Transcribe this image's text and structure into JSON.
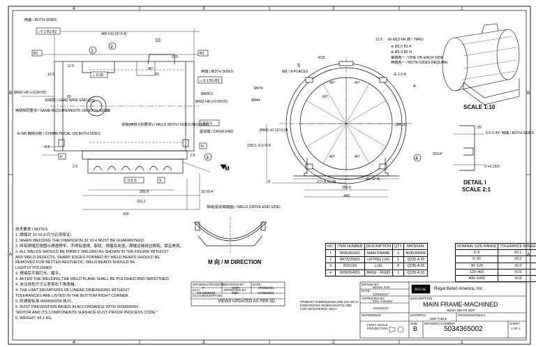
{
  "zones": {
    "top": [
      "4",
      "3",
      "2",
      "1"
    ],
    "side": [
      "B",
      "A"
    ]
  },
  "callouts": [
    "1",
    "2",
    "3",
    "4",
    "5",
    "10"
  ],
  "dims": {
    "both_sides_top": "两面 / BOTH SIDES",
    "fcf_top": "⏥ 0.1 B1-B2",
    "len_480": "480 h11 (0/-0.4)",
    "d120": "120",
    "d12_5a": "12.5",
    "d12_5b": "12.5",
    "d45": "45°",
    "d25": "25",
    "b1": "B1",
    "b2": "B2",
    "both_sides_right": "两端 / BOTH SIDES",
    "fcf_right": "⏥ 0.1 B1-B2",
    "perp": "⊥ 0.30",
    "d402": "Ø402 H8 (+0.097/0)",
    "d400_5": "Ø400.5",
    "d402b": "Ø402 H8 (+0.097/0)",
    "d65a": "65",
    "d65b": "65",
    "d70": "Ø70",
    "lead_wire": "出线端 / LEAD WIRE END",
    "same_req": "两侧相同要求 / SAME REQUIREMENTS ON BOTH SIDES",
    "m8": "4x M8 两侧对称 / SYMMETRICAL ON BOTH SIDES",
    "weld_both": "焊接(两侧分别要求) / WELD (BOTH SIDES REQUIRE)",
    "drive_end": "驱动端 / DRIVE END",
    "f03": "□ 0.3 S",
    "f06": "□ 0.6 S",
    "d2_5a": "2.5",
    "d2_5b": "2.5",
    "d2_5c": "2.5",
    "n": "N",
    "k": "K",
    "s": "S",
    "d285": "285.8",
    "d311": "311.2",
    "d430": "430",
    "d32": "32 ±0.4",
    "m_label": "M",
    "weld_drive": "焊缝(驱动端端面) / WELD (DRIVE END SIDE)",
    "m_dir": "M 向 / M DIRECTION",
    "r15": "R15",
    "d8x": "8处 / 8-PLACES",
    "d474": "Ø474",
    "d444": "Ø444",
    "d400": "Ø400 +0.12/-0.04",
    "d413": "(Ø413)",
    "d228": "228.5 -0.1/-0.8",
    "d7": "|7|",
    "d177": "177.8 ±0.38",
    "d6x": "(6x 17.4)",
    "d355": "355.6",
    "d440": "440",
    "a40": "40°",
    "a60": "60°",
    "m12": "8x M12-6H 通 / THRU",
    "fcf_m12a": "⊕ Ø1.0 B1 K",
    "fcf_m12b": "⊕ Ø1.0 B2 N",
    "one_each": "每端各一 / ONE ON EACH SIDE",
    "both_req": "两端各一 / BOTH SIDES REQUIRE",
    "fcf_a": "☰ 1.0 A",
    "d12_5c": "12.5",
    "a_label": "A",
    "scale10": "SCALE 1:10",
    "d25b": "25",
    "chamfer": "0.5 X 45° 两端 / BOTH SIDES",
    "d3x14": "3X14°",
    "d9": "9 +0.15/0",
    "detail_i": "DETAIL I",
    "scale21": "SCALE 2:1"
  },
  "notes": [
    "技术要求 / NOTES",
    "1. 焊缝对 32 ±0.4 尺寸必须保证；",
    "1. WHEN WELDING THE DIMENSION 32 ±0.4 MUST BE GUARANTEED.",
    "2. 所有焊缝应按图示焊透焊牢，不得有虚焊、裂纹、焊瘤及夹渣，焊缝边缘锐边倒钝、保证美观。",
    "2. ALL WELDS SHOULD BE FIRMLY WELDED AS SHOWN IN THE FIGURE WITHOUT",
    "   ANY WELD DEFECTS. SHARP EDGES FORMED BY WELD BEADS SHOULD BE",
    "   REMOVED FOR BETTER AESTHETIC. WELD BEADS SHOULD BE",
    "   LIGHTLY POLISHED",
    "3. 焊接后平面打光、磨平。",
    "3. AFTER THE WELDING,THE WELD PLANE SHALL BE POLISHED AND SMOOTHED.",
    "4. 未注线性尺寸公差按右下角表格。",
    "4. THE LIMIT DEVIATIONS OF LINEAR DIMENSIONS WITHOUT",
    "   TOLERANCES ARE LISTED IN THE BOTTOM RIGHT CORNER.",
    "5. 防锈按标准 0600000056 执行。",
    "5. RUST PREVENTION BASED IN ACCORDANCE WITH 0600000056",
    "   \"MOTOR AND ITS COMPONENTS SURFACE RUST-PROOF PROCESS CODE.\"",
    "6. WEIGHT: 43.1 KG."
  ],
  "bom": {
    "headers": [
      "NO.",
      "ITEM NUMBER",
      "DESCRIPTION",
      "QTY.",
      "MATERIAL"
    ],
    "rows": [
      [
        "1",
        "8036365001",
        "MAIN FRAME",
        "1",
        "8035365006"
      ],
      [
        "2",
        "8473225001",
        "LIFTING LUG",
        "1",
        "Q235-A 20"
      ],
      [
        "3",
        "3101120",
        "LUG",
        "8",
        "Q235-A 20"
      ],
      [
        "4",
        "8039364001",
        "BASE - RIGID",
        "1",
        "Q235-A 20"
      ]
    ]
  },
  "tolerance": {
    "headers": [
      "NOMINAL SIZE RANGE",
      "TOLERANCE RANGE"
    ],
    "rows": [
      [
        "0~6",
        "±0.1"
      ],
      [
        "6~30",
        "±0.2"
      ],
      [
        "30~120",
        "±0.3"
      ],
      [
        "120~400",
        "±0.5"
      ],
      [
        "400~1000",
        "±0.8"
      ]
    ]
  },
  "revision": {
    "h_rev": "DRAWING REVISION",
    "rev": "F",
    "h_by": "REVISION BY",
    "by": "GOPI",
    "h_date": "DATE",
    "date": "27/09/2021",
    "h_eco": "ECO",
    "eco": "CR-0005200",
    "h_appr": "APPROVED BY",
    "appr": "SBD",
    "date2": "27/09/2021",
    "h_desc": "ECO DESCRIPTION",
    "desc": "VIEWS UPDATED AS PER 3D"
  },
  "title_block": {
    "dims_note": "PRIMARY DIMENSIONS ARE mm INCH DIMENSIONS IN [BRACKETS] ARE FOR REFERENCE ONLY",
    "drawn_h": "DRAWN BY",
    "drawn": "WANG YAN",
    "date_h": "DATE",
    "drawn_date": "12/04/2017",
    "approved_h": "APPROVED BY",
    "approved": "ZOU YUNHAI",
    "approved_date": "12/04/2017",
    "reference_h": "REFERENCE",
    "projection": "FIRST ANGLE PROJECTION",
    "logo": "REGAL",
    "company": "Regal Beloit America, Inc.",
    "desc_h": "DESCRIPTION",
    "title": "MAIN FRAME-MACHINED",
    "subtitle": "NEMA 365 FR ODP",
    "material_h": "MATERIAL",
    "material": "SEE TABLE",
    "process_h": "PROCESS/FINISH",
    "size_h": "SIZE",
    "size": "B",
    "dwg_h": "DRAWING NUMBER",
    "dwg": "5034365002",
    "sheet_h": "SHEET",
    "sheet": "1 OF 1"
  }
}
